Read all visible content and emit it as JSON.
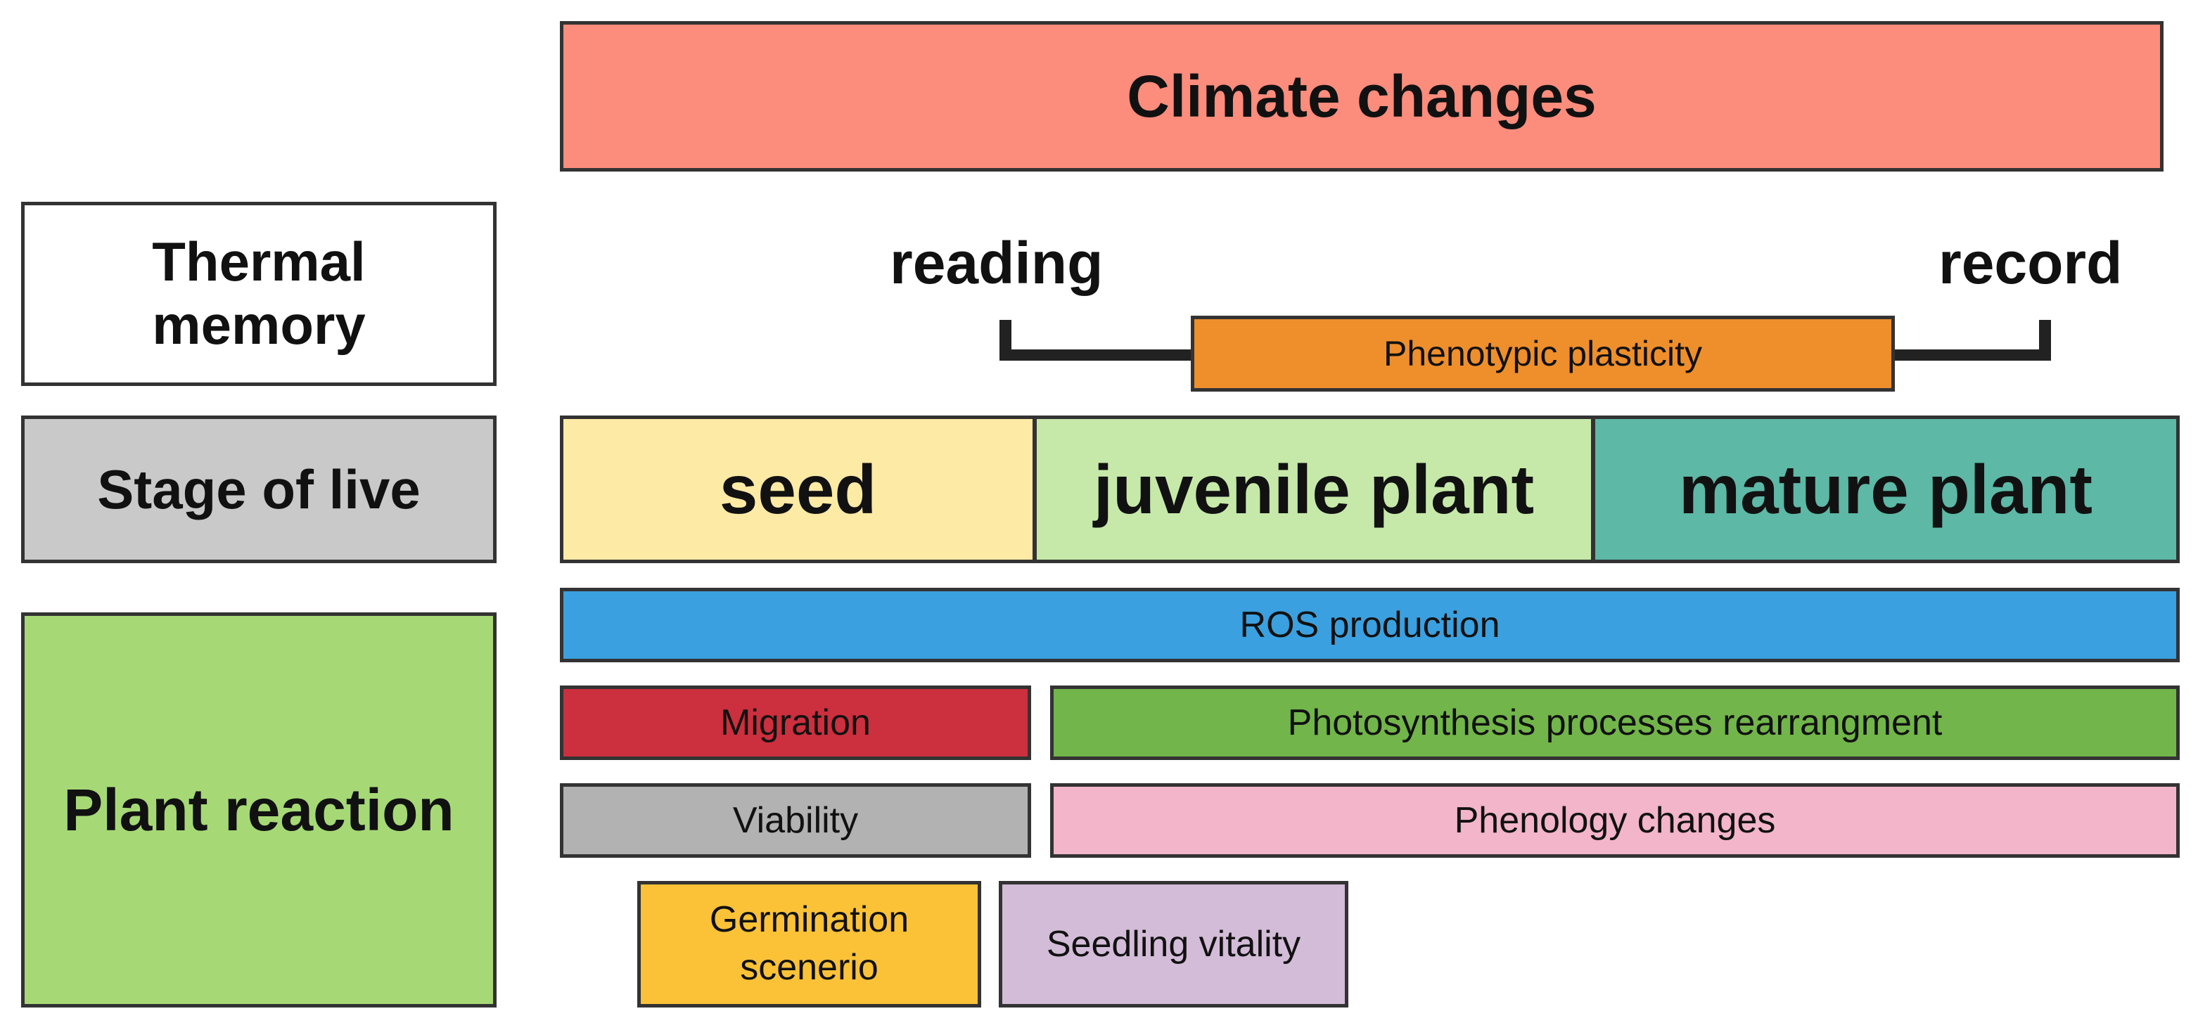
{
  "header": {
    "label": "Climate changes",
    "color": "#fc8c7c"
  },
  "rows": {
    "thermal": {
      "line1": "Thermal",
      "line2": "memory",
      "color": "#ffffff"
    },
    "stage": {
      "label": "Stage of live",
      "color": "#c9c9c9"
    },
    "reaction": {
      "label": "Plant reaction",
      "color": "#a6d976"
    }
  },
  "timeline": {
    "start_label": "reading",
    "end_label": "record",
    "bar_label": "Phenotypic plasticity",
    "bar_color": "#ee8f2c"
  },
  "stages": [
    {
      "label": "seed",
      "color": "#fdeaa5"
    },
    {
      "label": "juvenile plant",
      "color": "#c6e9a9"
    },
    {
      "label": "mature plant",
      "color": "#5db8a6"
    }
  ],
  "reactions": {
    "ros": {
      "label": "ROS production",
      "color": "#3ba0df"
    },
    "migration": {
      "label": "Migration",
      "color": "#cc2f3d"
    },
    "photo": {
      "label": "Photosynthesis processes rearrangment",
      "color": "#72b54a"
    },
    "viability": {
      "label": "Viability",
      "color": "#b2b2b2"
    },
    "phenology": {
      "label": "Phenology changes",
      "color": "#f2b5c9"
    },
    "germination": {
      "line1": "Germination",
      "line2": "scenerio",
      "color": "#fbc238"
    },
    "seedling": {
      "label": "Seedling vitality",
      "color": "#d3bcd8"
    }
  }
}
